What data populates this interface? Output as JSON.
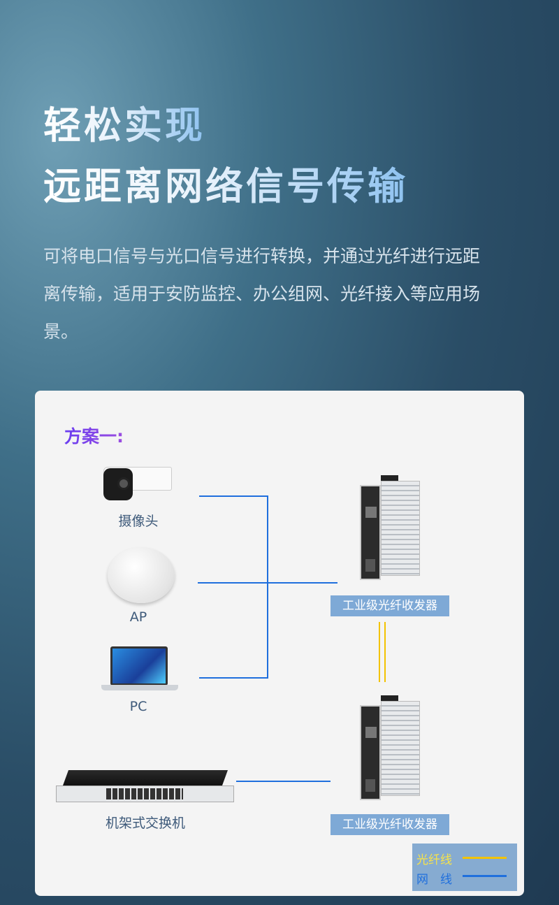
{
  "title_line1": "轻松实现",
  "title_line2": "远距离网络信号传输",
  "description": "可将电口信号与光口信号进行转换，并通过光纤进行远距离传输，适用于安防监控、办公组网、光纤接入等应用场景。",
  "plan_title": "方案一:",
  "devices": {
    "camera": "摄像头",
    "ap": "AP",
    "pc": "PC",
    "switch": "机架式交换机",
    "converter_top": "工业级光纤收发器",
    "converter_bottom": "工业级光纤收发器"
  },
  "legend": {
    "fiber": "光纤线",
    "network": "网　线",
    "fiber_color": "#f3c300",
    "network_color": "#1f6fdd"
  }
}
